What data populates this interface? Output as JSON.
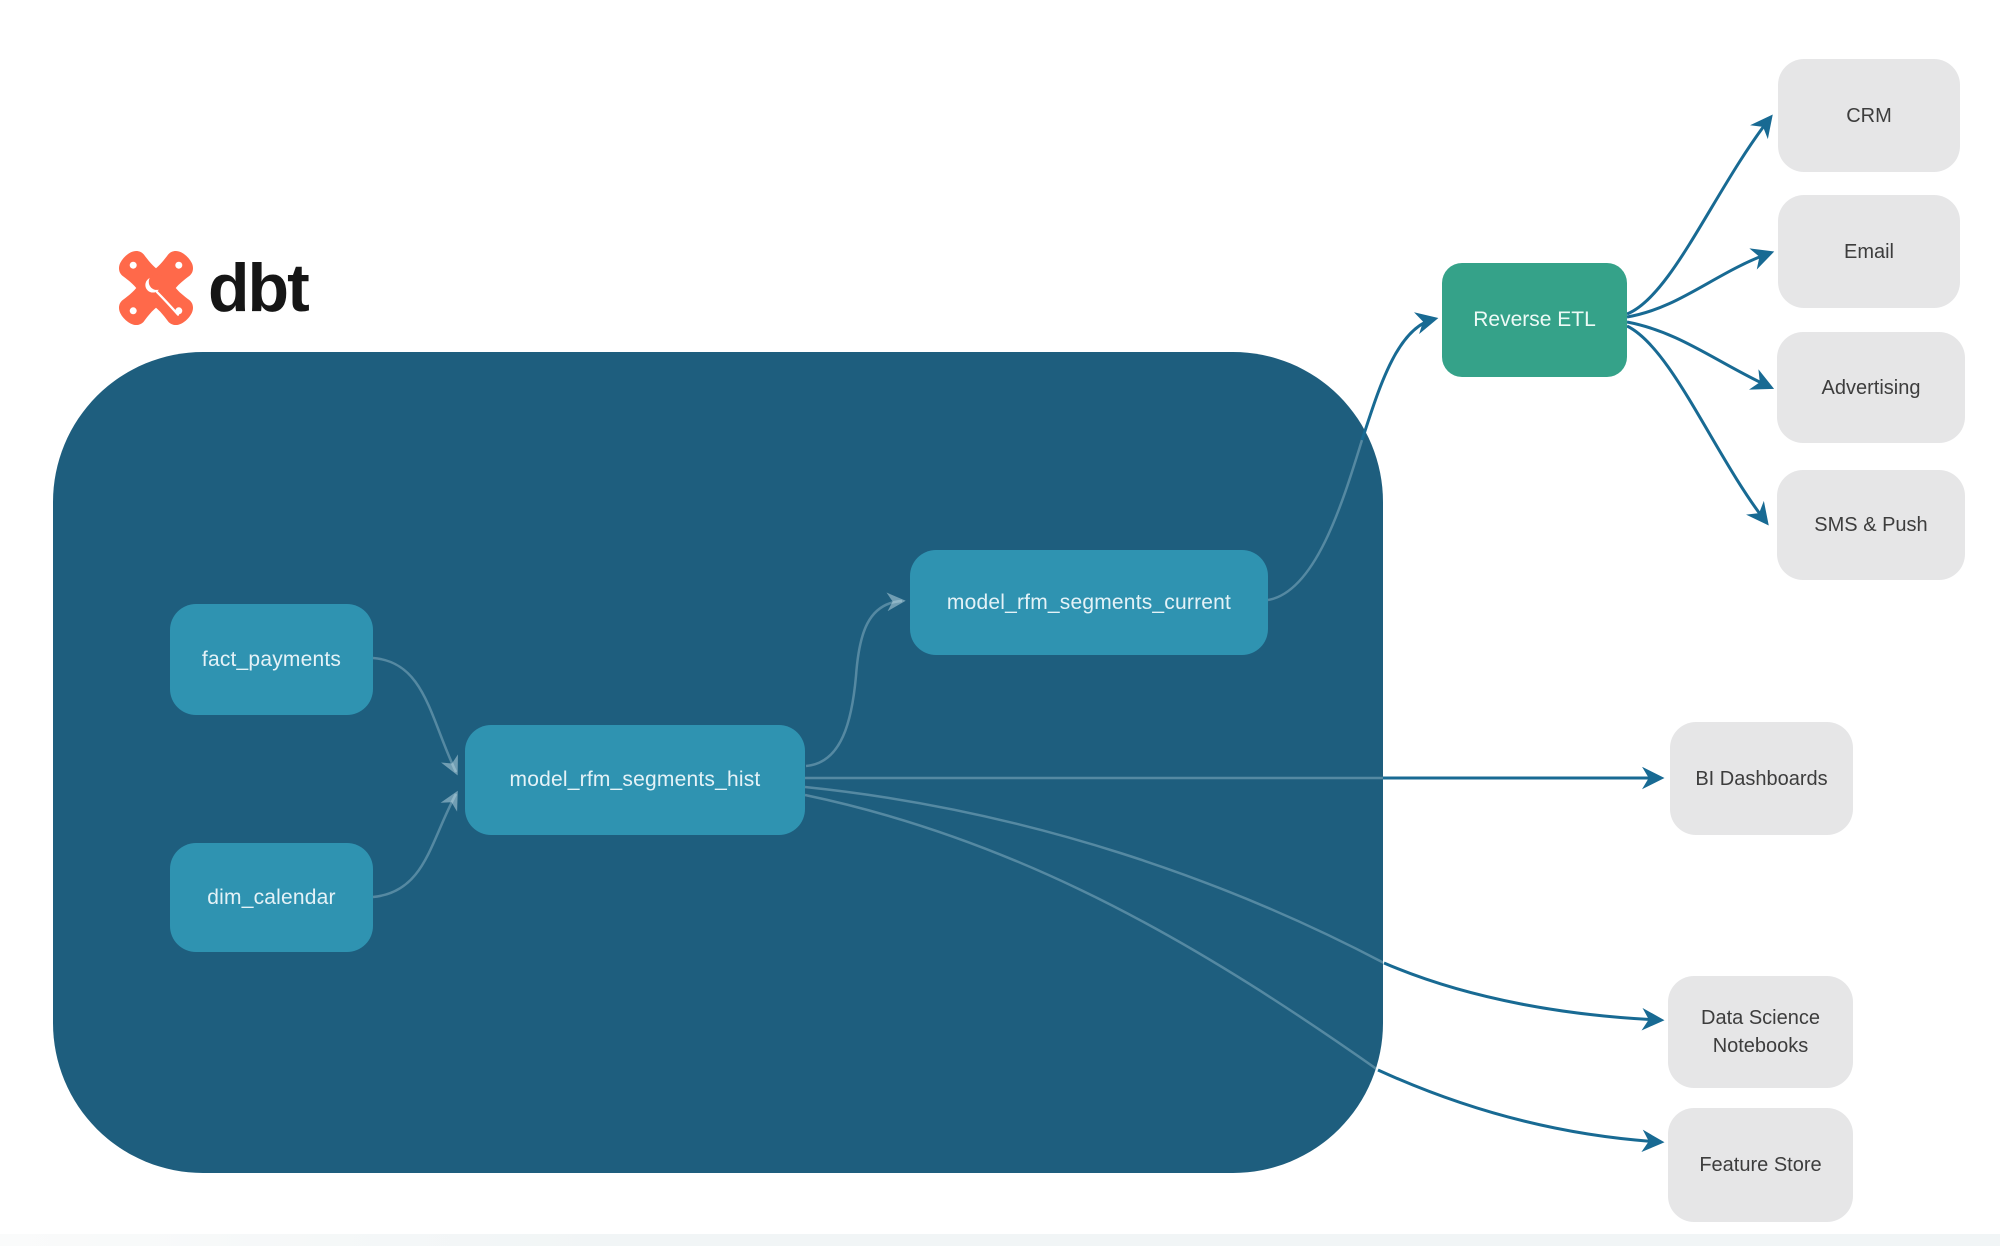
{
  "logo": {
    "brand": "dbt",
    "brand_color": "#ff694a",
    "text_color": "#161616"
  },
  "warehouse": {
    "description": "dbt transformation container",
    "container_color": "#1e5e7e",
    "node_color": "#2f93b1",
    "nodes": {
      "fact_payments": "fact_payments",
      "dim_calendar": "dim_calendar",
      "model_rfm_segments_hist": "model_rfm_segments_hist",
      "model_rfm_segments_current": "model_rfm_segments_current"
    }
  },
  "activation": {
    "reverse_etl": "Reverse ETL",
    "color": "#35a289"
  },
  "destinations": {
    "box_color": "#e6e6e7",
    "crm": "CRM",
    "email": "Email",
    "advertising": "Advertising",
    "sms_push": "SMS & Push"
  },
  "outputs": {
    "box_color": "#e6e6e7",
    "bi_dashboards": "BI Dashboards",
    "data_science_notebooks": "Data Science Notebooks",
    "feature_store": "Feature Store"
  },
  "edges": [
    {
      "from": "fact_payments",
      "to": "model_rfm_segments_hist"
    },
    {
      "from": "dim_calendar",
      "to": "model_rfm_segments_hist"
    },
    {
      "from": "model_rfm_segments_hist",
      "to": "model_rfm_segments_current"
    },
    {
      "from": "model_rfm_segments_current",
      "to": "Reverse ETL"
    },
    {
      "from": "Reverse ETL",
      "to": "CRM"
    },
    {
      "from": "Reverse ETL",
      "to": "Email"
    },
    {
      "from": "Reverse ETL",
      "to": "Advertising"
    },
    {
      "from": "Reverse ETL",
      "to": "SMS & Push"
    },
    {
      "from": "model_rfm_segments_hist",
      "to": "BI Dashboards"
    },
    {
      "from": "model_rfm_segments_hist",
      "to": "Data Science Notebooks"
    },
    {
      "from": "model_rfm_segments_hist",
      "to": "Feature Store"
    }
  ],
  "colors": {
    "arrow": "#186a93",
    "inner_arrow": "rgba(215,237,245,0.30)",
    "background": "#ffffff"
  }
}
